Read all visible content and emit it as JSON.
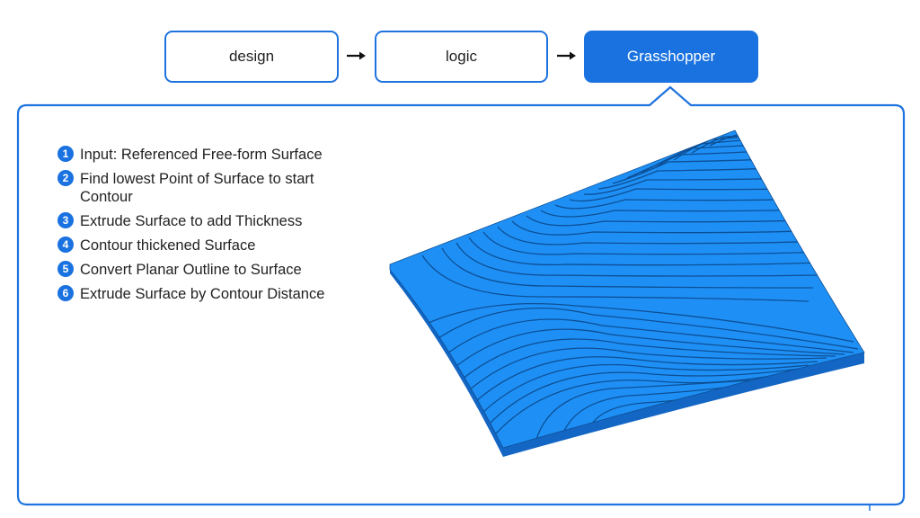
{
  "flow": {
    "steps": [
      {
        "label": "design",
        "active": false
      },
      {
        "label": "logic",
        "active": false
      },
      {
        "label": "Grasshopper",
        "active": true
      }
    ],
    "arrow_icon": "right-arrow-icon"
  },
  "panel": {
    "steps": [
      {
        "number": "1",
        "text": "Input: Referenced Free-form Surface"
      },
      {
        "number": "2",
        "text": "Find lowest Point of Surface to start Contour"
      },
      {
        "number": "3",
        "text": "Extrude Surface to add Thickness"
      },
      {
        "number": "4",
        "text": "Contour thickened Surface"
      },
      {
        "number": "5",
        "text": "Convert Planar Outline to Surface"
      },
      {
        "number": "6",
        "text": "Extrude Surface by Contour Distance"
      }
    ],
    "illustration": "contoured-surface-3d-model"
  },
  "colors": {
    "accent": "#1a72e0",
    "border": "#1e73de",
    "model_fill": "#1e90f5",
    "model_edge": "#0d4f96",
    "text": "#222222"
  }
}
